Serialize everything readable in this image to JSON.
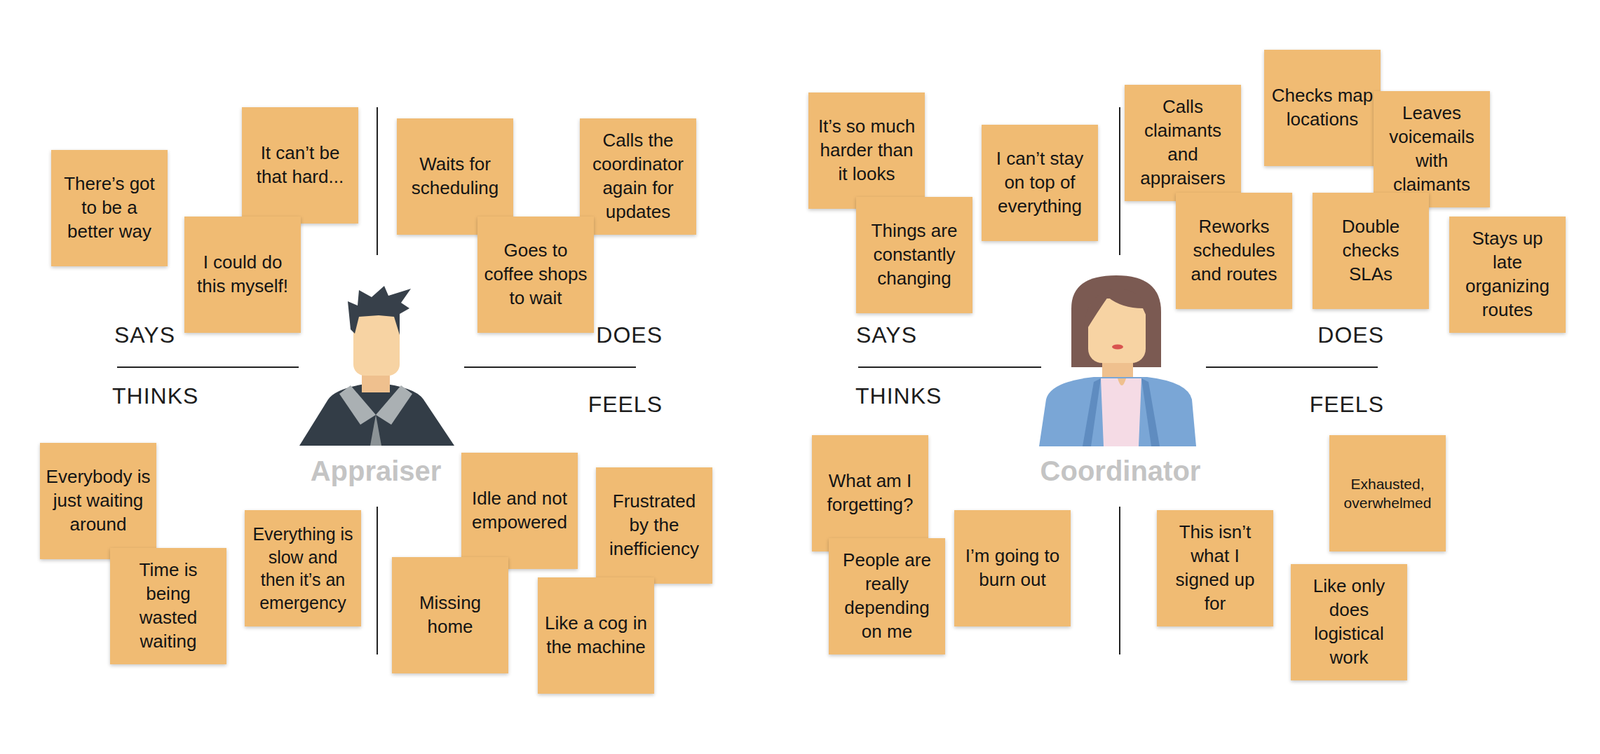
{
  "diagram": {
    "nodes": [
      {
        "text": [
          "There’s got to be a better way"
        ]
      },
      {
        "text": [
          "It can’t be that hard..."
        ]
      },
      {
        "text": [
          "I could do this myself!"
        ]
      },
      {
        "text": [
          "Waits for scheduling"
        ]
      },
      {
        "text": [
          "Calls the coordinator again for updates"
        ]
      },
      {
        "text": [
          "Goes to coffee shops to wait"
        ]
      },
      {
        "text": [
          "Everybody is just waiting around"
        ]
      },
      {
        "text": [
          "Time is being wasted waiting"
        ]
      },
      {
        "text": [
          "Everything is slow and then it’s an emergency"
        ]
      },
      {
        "text": [
          "Idle and not empowered"
        ]
      },
      {
        "text": [
          "Frustrated by the inefficiency"
        ]
      },
      {
        "text": [
          "Missing home"
        ]
      },
      {
        "text": [
          "Like a cog in the machine"
        ]
      },
      {
        "text": [
          "It’s so much harder than it looks"
        ]
      },
      {
        "text": [
          "Things are constantly changing"
        ]
      },
      {
        "text": [
          "I can’t stay on top of everything"
        ]
      },
      {
        "text": [
          "Calls claimants and appraisers"
        ]
      },
      {
        "text": [
          "Checks map locations"
        ]
      },
      {
        "text": [
          "Leaves voicemails with claimants"
        ]
      },
      {
        "text": [
          "Reworks schedules and routes"
        ]
      },
      {
        "text": [
          "Double checks SLAs"
        ]
      },
      {
        "text": [
          "Stays up late organizing routes"
        ]
      },
      {
        "text": [
          "What am I forgetting?"
        ]
      },
      {
        "text": [
          "People are really depending on me"
        ]
      },
      {
        "text": [
          "I’m going to burn out"
        ]
      },
      {
        "text": [
          "This isn’t what I signed up for"
        ]
      },
      {
        "text": [
          "Exhausted, overwhelmed"
        ]
      },
      {
        "text": [
          "Like only does logistical work"
        ]
      }
    ],
    "labels": [
      "SAYS",
      "DOES",
      "THINKS",
      "FEELS",
      "Appraiser",
      "SAYS",
      "DOES",
      "THINKS",
      "FEELS",
      "Coordinator"
    ]
  }
}
